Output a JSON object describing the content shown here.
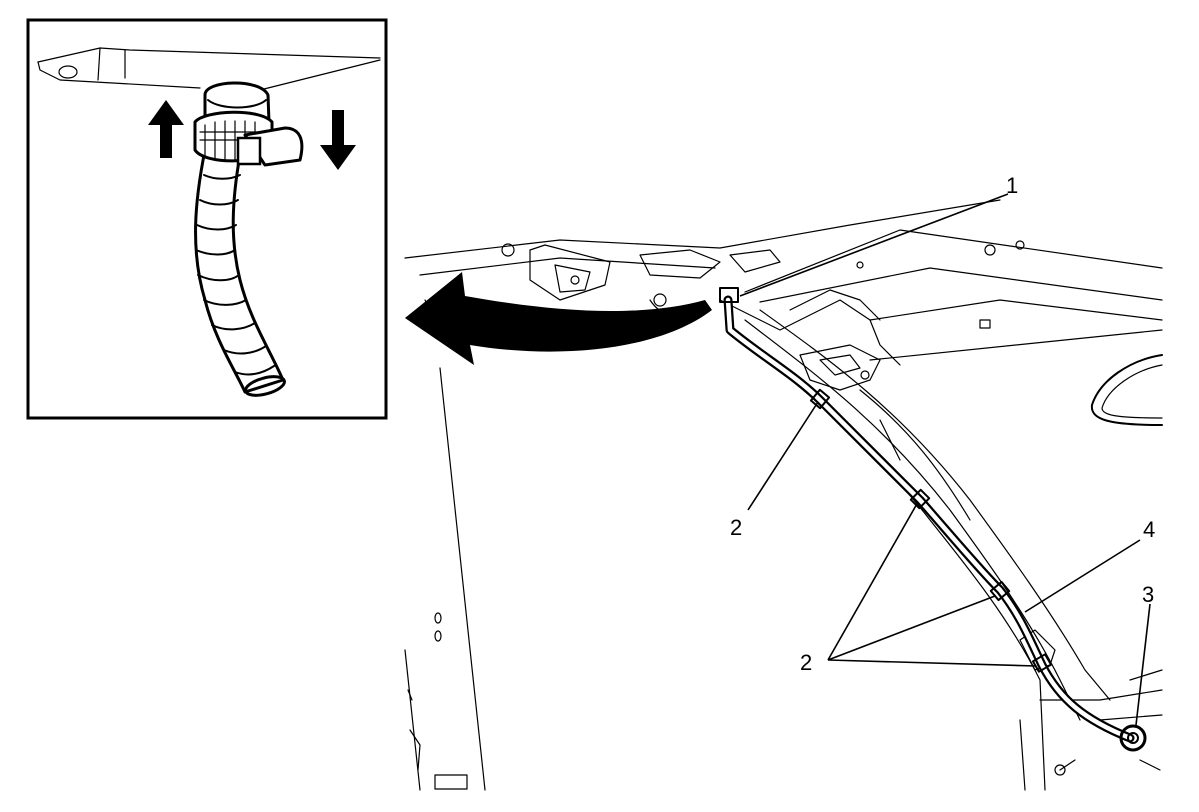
{
  "callouts": {
    "c1": "1",
    "c2_upper": "2",
    "c2_lower": "2",
    "c3": "3",
    "c4": "4"
  },
  "icons": {
    "detail_inset": "zoom-detail-icon",
    "curved_arrow": "curved-arrow-icon",
    "up_arrow": "arrow-up-icon",
    "down_arrow": "arrow-down-icon"
  },
  "colors": {
    "line": "#000000",
    "background": "#ffffff"
  }
}
